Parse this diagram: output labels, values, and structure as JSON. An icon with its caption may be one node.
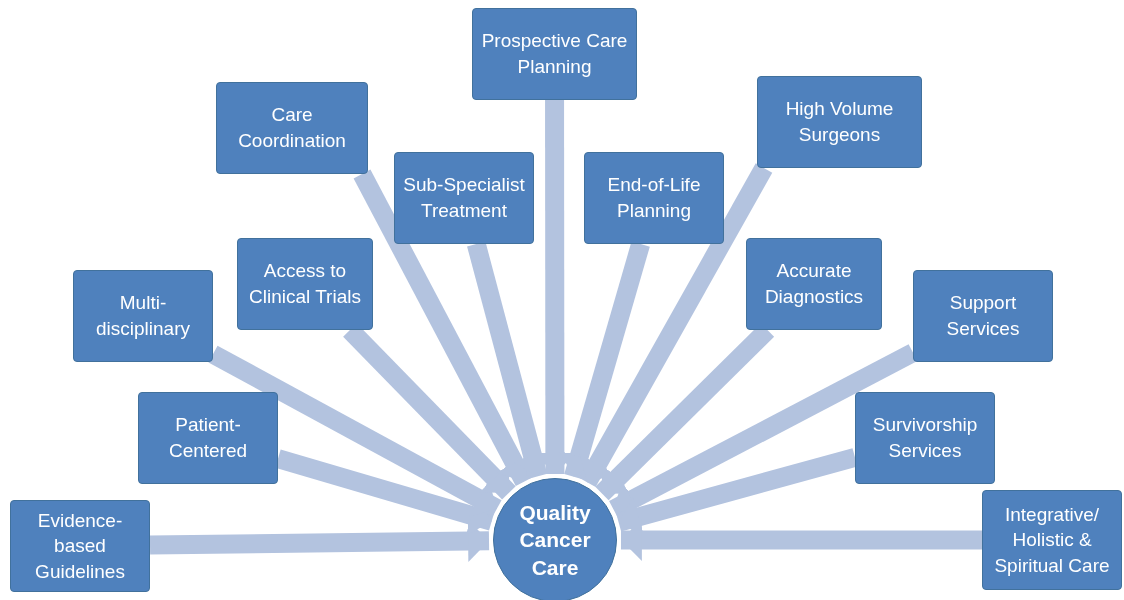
{
  "diagram": {
    "nodes": [
      {
        "text": [
          "Evidence-based Guidelines"
        ]
      },
      {
        "text": [
          "Patient-Centered"
        ]
      },
      {
        "text": [
          "Multi-disciplinary"
        ]
      },
      {
        "text": [
          "Access to Clinical Trials"
        ]
      },
      {
        "text": [
          "Care Coordination"
        ]
      },
      {
        "text": [
          "Sub-Specialist Treatment"
        ]
      },
      {
        "text": [
          "Prospective Care Planning"
        ]
      },
      {
        "text": [
          "End-of-Life Planning"
        ]
      },
      {
        "text": [
          "High Volume Surgeons"
        ]
      },
      {
        "text": [
          "Accurate Diagnostics"
        ]
      },
      {
        "text": [
          "Support Services"
        ]
      },
      {
        "text": [
          "Survivorship Services"
        ]
      },
      {
        "text": [
          "Integrative/ Holistic & Spiritual Care"
        ]
      },
      {
        "text": [
          "Quality Cancer Care"
        ]
      }
    ],
    "edges": [
      {
        "from": 0,
        "to": 13,
        "arrow": "to"
      },
      {
        "from": 1,
        "to": 13,
        "arrow": "to"
      },
      {
        "from": 2,
        "to": 13,
        "arrow": "to"
      },
      {
        "from": 3,
        "to": 13,
        "arrow": "to"
      },
      {
        "from": 4,
        "to": 13,
        "arrow": "to"
      },
      {
        "from": 5,
        "to": 13,
        "arrow": "to"
      },
      {
        "from": 6,
        "to": 13,
        "arrow": "to"
      },
      {
        "from": 7,
        "to": 13,
        "arrow": "to"
      },
      {
        "from": 8,
        "to": 13,
        "arrow": "to"
      },
      {
        "from": 9,
        "to": 13,
        "arrow": "to"
      },
      {
        "from": 10,
        "to": 13,
        "arrow": "to"
      },
      {
        "from": 11,
        "to": 13,
        "arrow": "to"
      },
      {
        "from": 12,
        "to": 13,
        "arrow": "to"
      }
    ]
  }
}
